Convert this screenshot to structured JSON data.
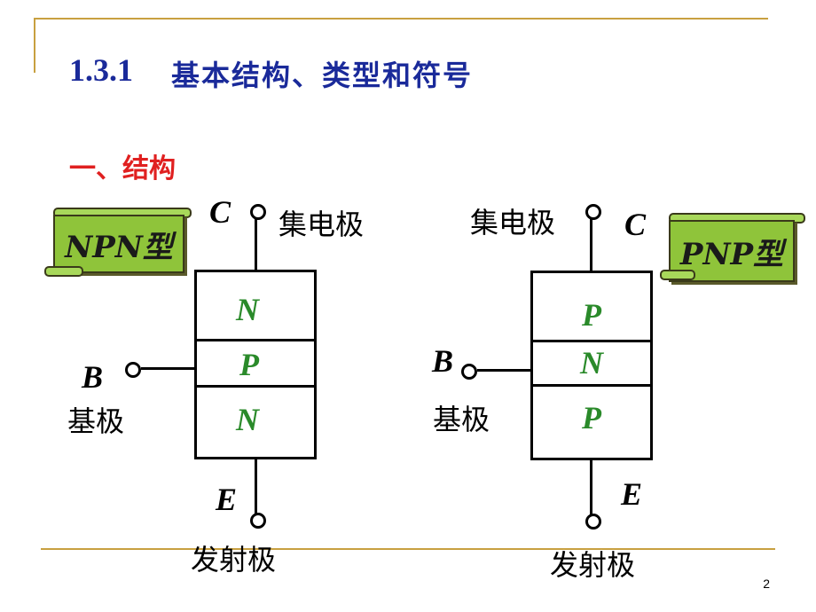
{
  "title": {
    "number": "1.3.1",
    "text": "基本结构、类型和符号"
  },
  "section_heading": "一、结构",
  "npn": {
    "type_label": "NPN型",
    "collector_pin": "C",
    "collector_name": "集电极",
    "base_pin": "B",
    "base_name": "基极",
    "emitter_pin": "E",
    "emitter_name": "发射极",
    "layers": [
      "N",
      "P",
      "N"
    ]
  },
  "pnp": {
    "type_label": "PNP型",
    "collector_pin": "C",
    "collector_name": "集电极",
    "base_pin": "B",
    "base_name": "基极",
    "emitter_pin": "E",
    "emitter_name": "发射极",
    "layers": [
      "P",
      "N",
      "P"
    ]
  },
  "page_number": "2",
  "colors": {
    "title": "#1a2a9a",
    "section": "#e02020",
    "layer_text": "#2a8a2a",
    "banner": "#8fc43a",
    "frame": "#c8a040"
  }
}
